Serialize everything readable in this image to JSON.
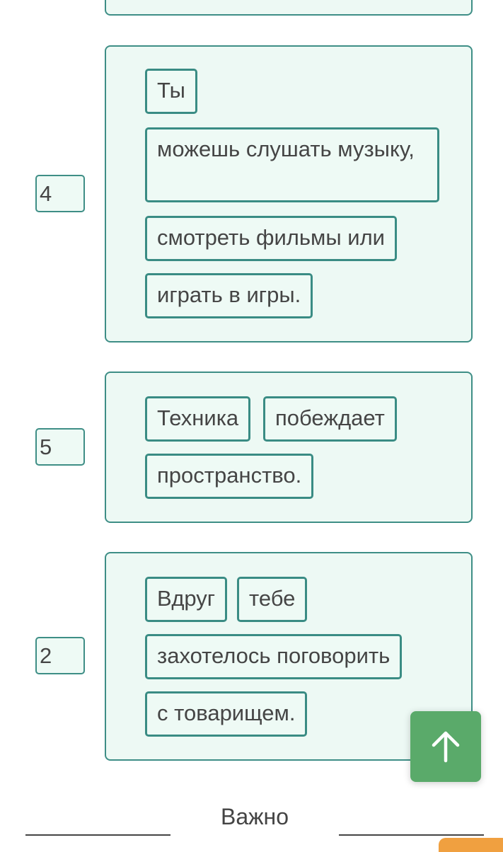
{
  "groups": [
    {
      "number": "4",
      "chips": [
        "Ты",
        "можешь слушать музыку,",
        "смотреть фильмы или",
        "играть в игры."
      ]
    },
    {
      "number": "5",
      "chips": [
        "Техника",
        "побеждает",
        "пространство."
      ]
    },
    {
      "number": "2",
      "chips": [
        "Вдруг",
        "тебе",
        "захотелось поговорить",
        "с товарищем."
      ]
    }
  ],
  "scroll_top": {
    "icon": "arrow-up-icon"
  },
  "footer": {
    "title": "Важно"
  },
  "colors": {
    "accent": "#3a8c84",
    "panel_bg": "#edf9f4",
    "button": "#5aaa6a"
  }
}
